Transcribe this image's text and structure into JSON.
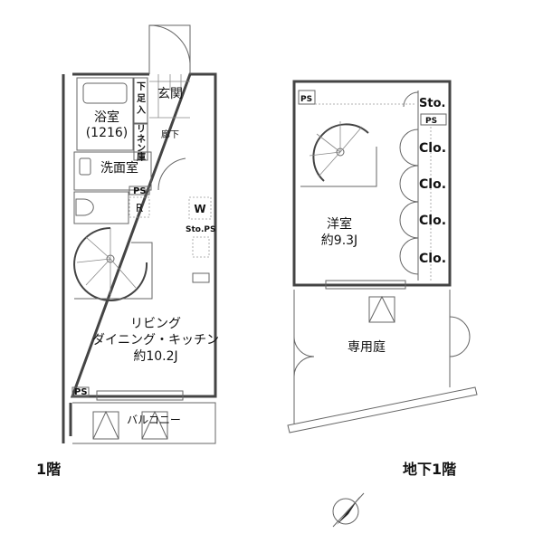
{
  "floor1": {
    "label": "1階",
    "entrance": "玄関",
    "bath": "浴室",
    "bath_size": "(1216)",
    "shoe_storage": [
      "下",
      "足",
      "入"
    ],
    "linen_storage": [
      "リ",
      "ネ",
      "ン",
      "庫"
    ],
    "hallway": "廊下",
    "washroom": "洗面室",
    "ps": "PS",
    "r": "R",
    "w": "W",
    "sto_ps": "Sto.PS",
    "ldk_line1": "リビング",
    "ldk_line2": "ダイニング・キッチン",
    "ldk_size": "約10.2J",
    "ps_bottom": "PS",
    "balcony": "バルコニー"
  },
  "basement": {
    "label": "地下1階",
    "ps": "PS",
    "sto": "Sto.",
    "ps2": "PS",
    "closets": [
      "Clo.",
      "Clo.",
      "Clo.",
      "Clo."
    ],
    "room": "洋室",
    "room_size": "約9.3J",
    "garden": "専用庭"
  }
}
